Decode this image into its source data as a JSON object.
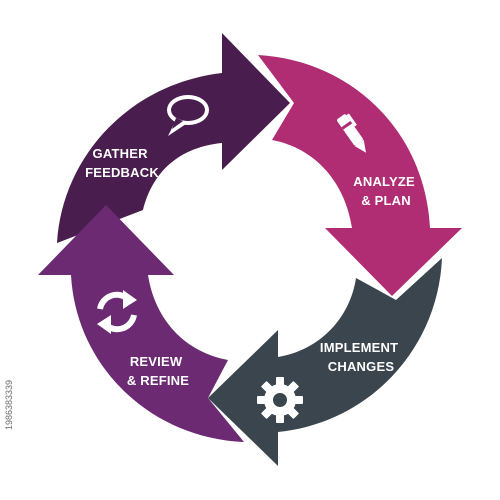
{
  "diagram": {
    "type": "cycle",
    "segments": [
      {
        "id": "gather",
        "lines": [
          "GATHER",
          "FEEDBACK"
        ],
        "color": "#4a1d4f",
        "icon": "speech-bubble-icon"
      },
      {
        "id": "analyze",
        "lines": [
          "ANALYZE",
          "& PLAN"
        ],
        "color": "#b02d73",
        "icon": "pen-icon"
      },
      {
        "id": "implement",
        "lines": [
          "IMPLEMENT",
          "CHANGES"
        ],
        "color": "#3b454d",
        "icon": "gear-icon"
      },
      {
        "id": "review",
        "lines": [
          "REVIEW",
          "& REFINE"
        ],
        "color": "#6b2a72",
        "icon": "refresh-icon"
      }
    ]
  },
  "watermark": {
    "stock_id": "1986383339"
  }
}
